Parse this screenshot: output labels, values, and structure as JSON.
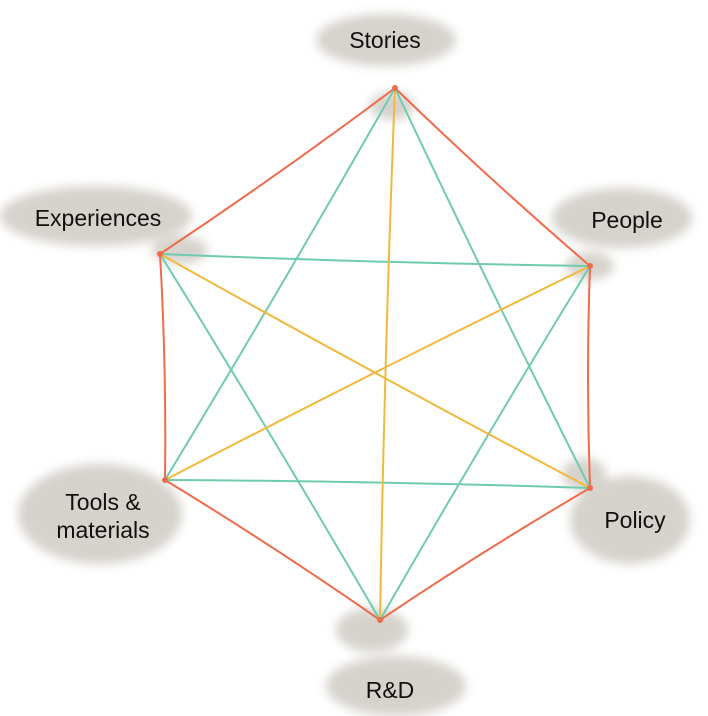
{
  "nodes": {
    "stories": "Stories",
    "people": "People",
    "experiences": "Experiences",
    "tools": "Tools &\nmaterials",
    "policy": "Policy",
    "rd": "R&D"
  },
  "colors": {
    "hexagon": "#ef6b4c",
    "triangles": "#6fcbb0",
    "connectors": "#f2b83c",
    "blob": "#cfcbc4"
  },
  "connections": {
    "hexagon": [
      [
        "stories",
        "people"
      ],
      [
        "people",
        "policy"
      ],
      [
        "policy",
        "rd"
      ],
      [
        "rd",
        "tools"
      ],
      [
        "tools",
        "experiences"
      ],
      [
        "experiences",
        "stories"
      ]
    ],
    "triangles": [
      [
        "stories",
        "policy"
      ],
      [
        "policy",
        "tools"
      ],
      [
        "tools",
        "stories"
      ],
      [
        "experiences",
        "people"
      ],
      [
        "people",
        "rd"
      ],
      [
        "rd",
        "experiences"
      ]
    ],
    "connectors": [
      [
        "stories",
        "rd"
      ],
      [
        "experiences",
        "policy"
      ],
      [
        "people",
        "tools"
      ]
    ]
  }
}
